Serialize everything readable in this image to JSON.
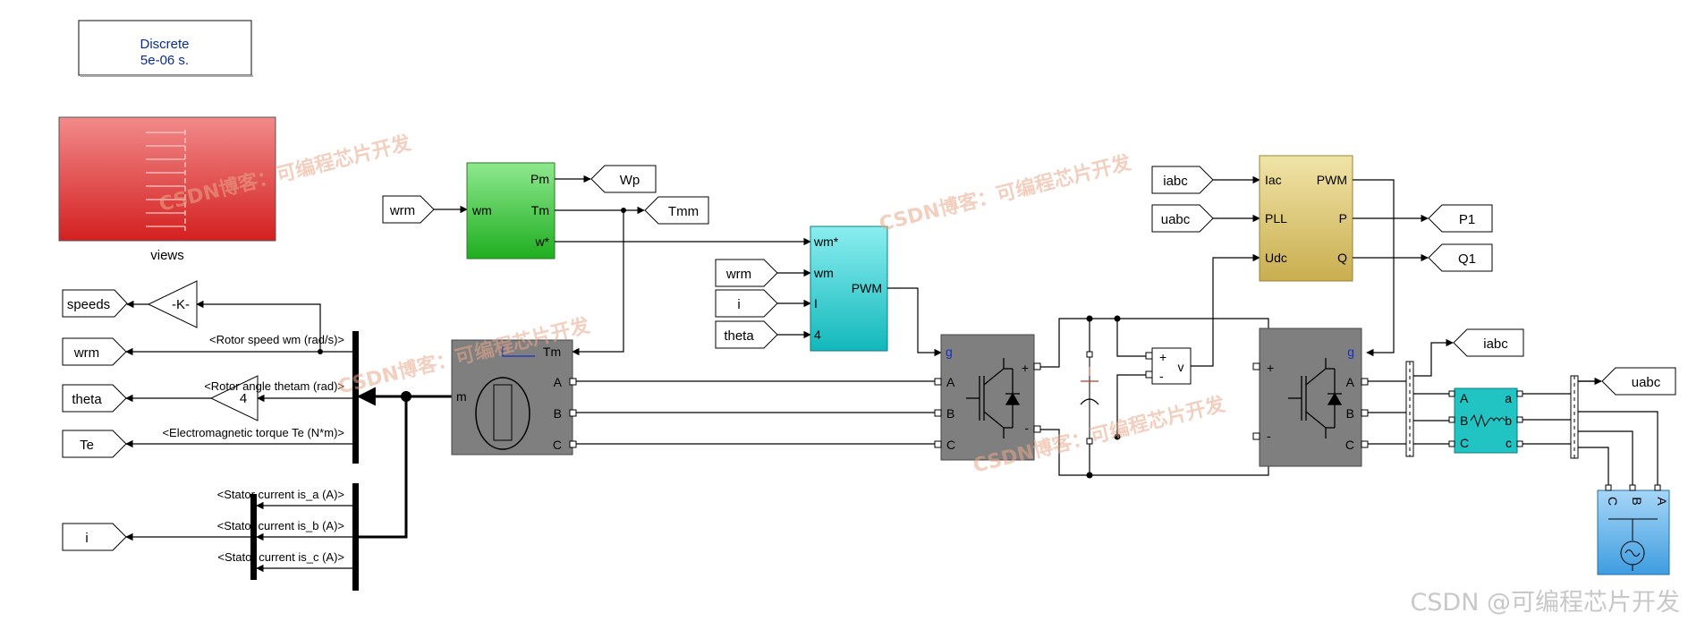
{
  "powergui": {
    "line1": "Discrete",
    "line2": "5e-06 s."
  },
  "views": {
    "label": "views"
  },
  "tags": {
    "speeds": "speeds",
    "wrm_out": "wrm",
    "theta_out": "theta",
    "te_out": "Te",
    "i_out": "i",
    "wrm_in1": "wrm",
    "wp": "Wp",
    "tmm": "Tmm",
    "wrm_in2": "wrm",
    "i_in": "i",
    "theta_in": "theta",
    "iabc_in": "iabc",
    "uabc_in": "uabc",
    "p1": "P1",
    "q1": "Q1",
    "iabc_out": "iabc",
    "uabc_out": "uabc"
  },
  "gain": {
    "k": "-K-",
    "four": "4"
  },
  "signals": {
    "rotor_speed": "<Rotor speed wm (rad/s)>",
    "rotor_angle": "<Rotor angle thetam (rad)>",
    "torque": "<Electromagnetic torque Te (N*m)>",
    "is_a": "<Stator current is_a (A)>",
    "is_b": "<Stator current is_b (A)>",
    "is_c": "<Stator current is_c (A)>"
  },
  "green_block": {
    "in": "wm",
    "out1": "Pm",
    "out2": "Tm",
    "out3": "w*"
  },
  "cyan_block": {
    "in1": "wm*",
    "in2": "wm",
    "in3": "I",
    "in4": "4",
    "out": "PWM"
  },
  "motor": {
    "tm": "Tm",
    "m": "m",
    "a": "A",
    "b": "B",
    "c": "C"
  },
  "inverter1": {
    "g": "g",
    "a": "A",
    "b": "B",
    "c": "C",
    "plus": "+",
    "minus": "-"
  },
  "vmeas": {
    "plus": "+",
    "minus": "-",
    "v": "v"
  },
  "inverter2": {
    "g": "g",
    "a": "A",
    "b": "B",
    "c": "C",
    "plus": "+",
    "minus": "-"
  },
  "yellow_block": {
    "in1": "Iac",
    "in2": "PLL",
    "in3": "Udc",
    "out1": "PWM",
    "out2": "P",
    "out3": "Q"
  },
  "rlc": {
    "A": "A",
    "B": "B",
    "C": "C",
    "a": "a",
    "b": "b",
    "c": "c"
  },
  "source": {
    "c": "C",
    "b": "B",
    "a": "A"
  },
  "watermarks": {
    "wm1": "CSDN博客：可编程芯片开发",
    "corner": "CSDN @可编程芯片开发"
  },
  "colors": {
    "red_block": "#e0484a",
    "green_block": "#4cc94c",
    "cyan_block": "#2fc9cc",
    "gray_block": "#808080",
    "yellow_block": "#d6c270",
    "teal_block": "#22c3c3",
    "blue_block": "#6eb8ea"
  }
}
